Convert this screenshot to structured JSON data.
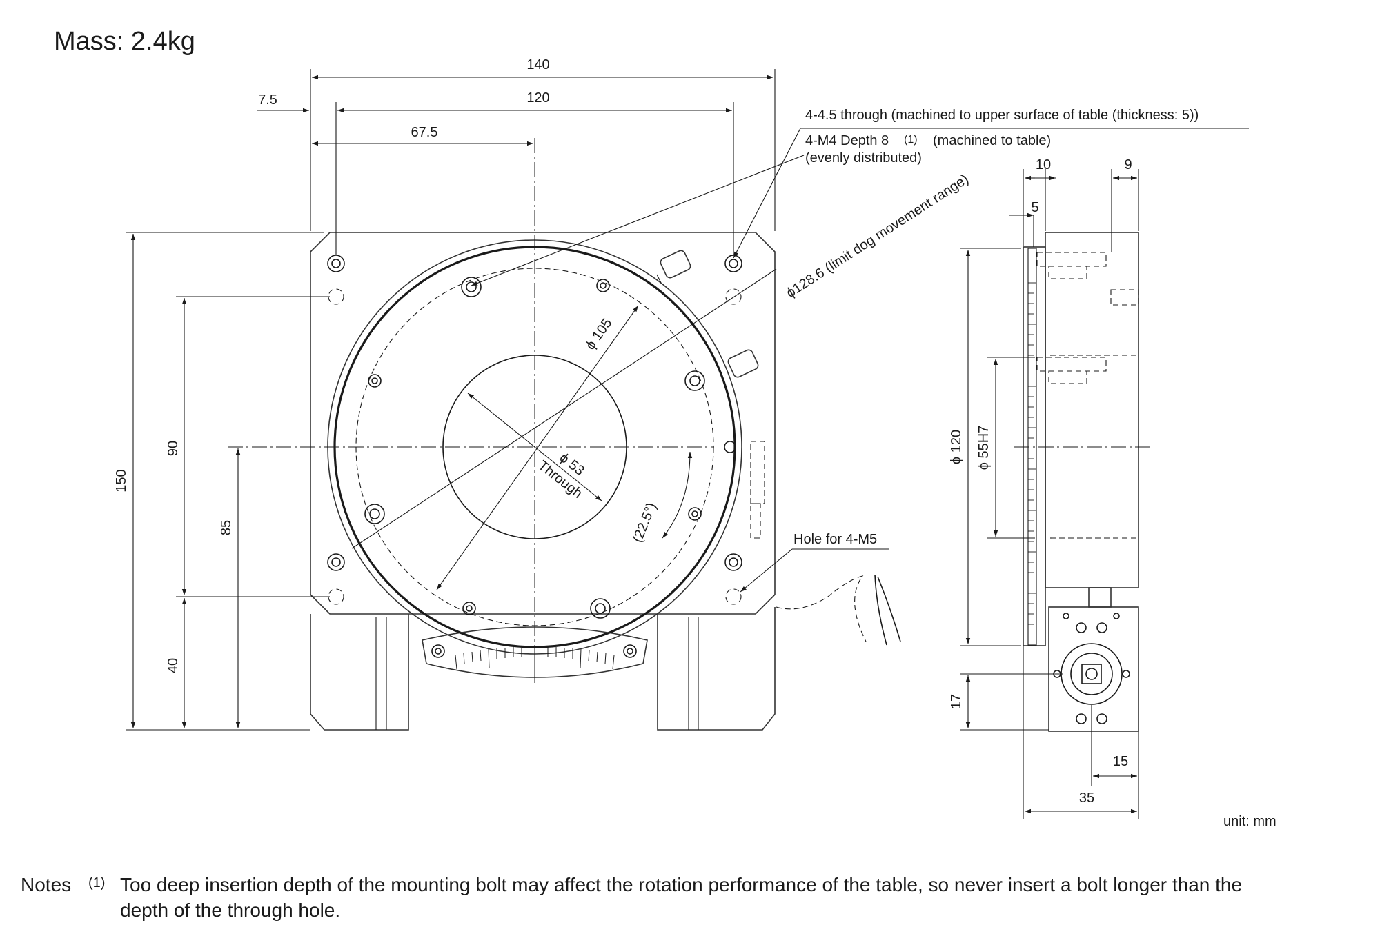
{
  "title": "Mass: 2.4kg",
  "unit_label": "unit: mm",
  "dimensions": {
    "overall_width": "140",
    "hole_pitch_x": "120",
    "edge_offset": "7.5",
    "center_offset_x": "67.5",
    "overall_height": "150",
    "hole_pitch_y": "90",
    "center_height": "85",
    "bottom_offset": "40",
    "inner_bore": "ϕ 105",
    "through_bore": "ϕ 53",
    "through_label": "Through",
    "limit_dog": "ϕ128.6 (limit dog movement range)",
    "angle": "(22.5°)",
    "side_flange": "10",
    "side_top": "9",
    "side_step": "5",
    "side_outer_dia": "ϕ 120",
    "side_fit_dia": "ϕ 55H7",
    "side_bottom": "17",
    "side_offset": "15",
    "side_depth": "35"
  },
  "callouts": {
    "through_holes": "4-4.5 through (machined to upper surface of table (thickness: 5))",
    "tapped_holes": "4-M4 Depth 8",
    "note_ref": "(1)",
    "tapped_holes_suffix": "(machined to table)",
    "distribution": "(evenly distributed)",
    "mount_holes": "Hole for 4-M5"
  },
  "notes": {
    "label": "Notes",
    "ref": "(1)",
    "line1": "Too deep insertion depth of the mounting bolt may affect the rotation performance of the table, so never insert a bolt longer than the",
    "line2": "depth of the through hole."
  }
}
